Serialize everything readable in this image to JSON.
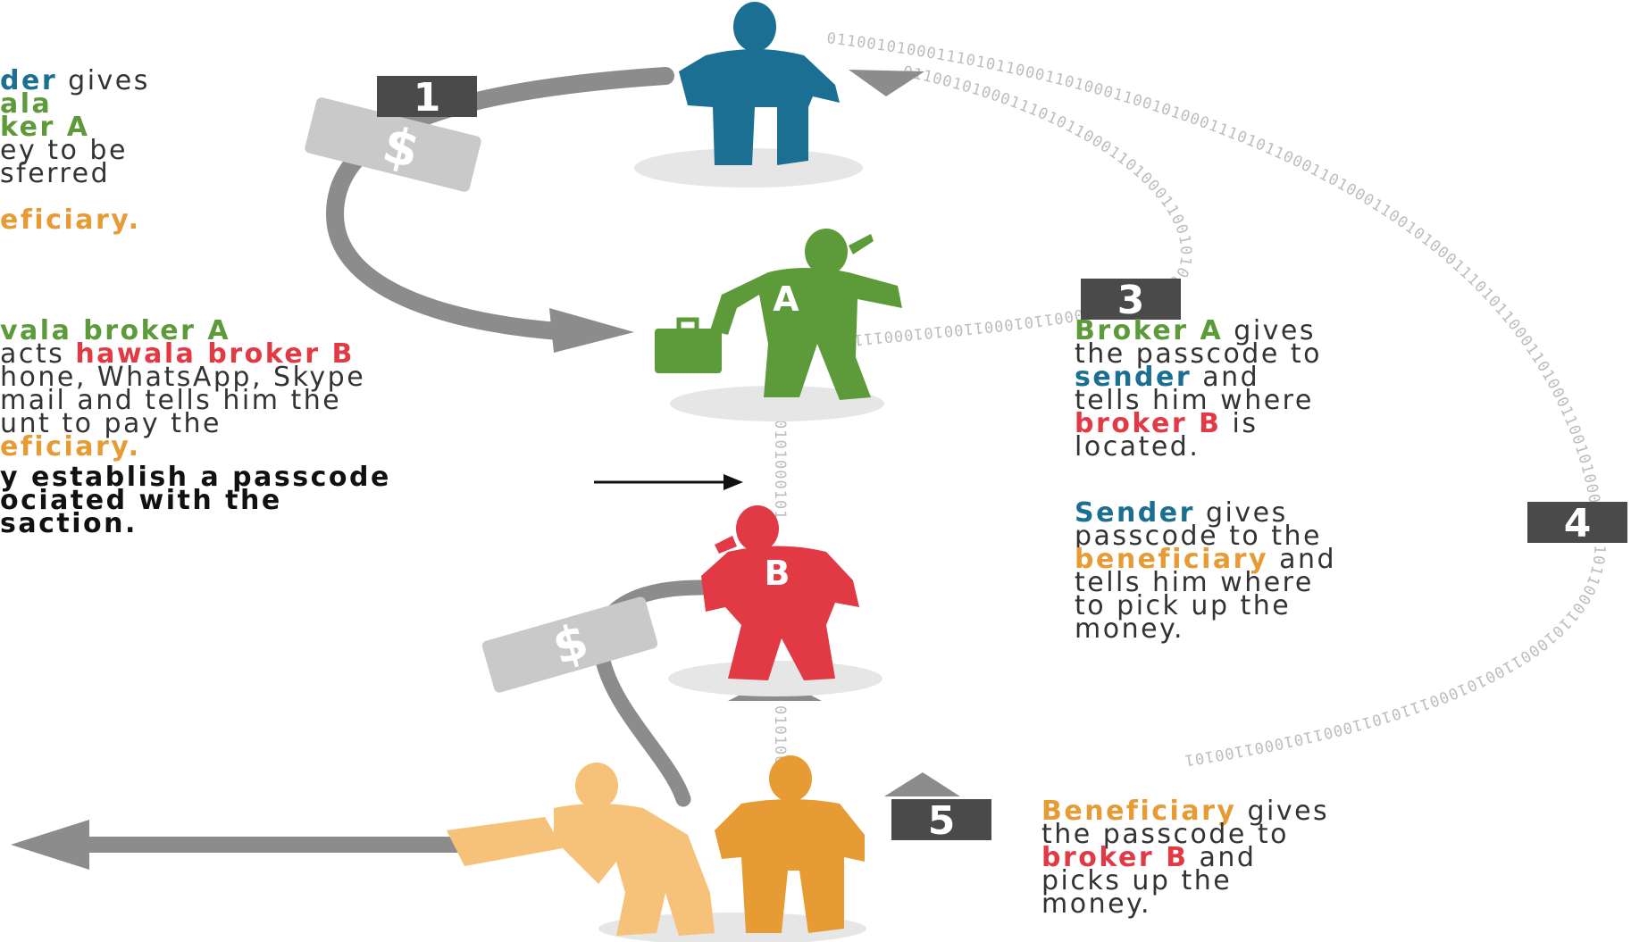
{
  "colors": {
    "sender": "#1b6f93",
    "broker_a": "#5c9a3a",
    "broker_b": "#e23a45",
    "beneficiary": "#e79b35",
    "beneficiary_light": "#f6c27a",
    "arrow": "#8c8c8c",
    "binary": "#bdbdbd",
    "step_box": "#4a4a4a"
  },
  "binary_strings": {
    "outer": "0110010100011101011000110100011001010001110101100011010001100101000111010110001101000110010100011101011000110100011001010001110101100011010001100101",
    "inner": "01100101000111010110001101000110010100011101011000110100011001010001110101100011",
    "vertical": "0101000101101001010"
  },
  "figures": {
    "broker_a_letter": "A",
    "broker_b_letter": "B"
  },
  "steps": [
    {
      "number": "1"
    },
    {
      "number": "3"
    },
    {
      "number": "4"
    },
    {
      "number": "5"
    }
  ],
  "step1": {
    "line1_a": "der",
    "line1_b": " gives",
    "line2": "ala",
    "line3": "ker A",
    "line4": "ey to be",
    "line5": "sferred",
    "line6": "eficiary."
  },
  "step2": {
    "line1": "vala broker A",
    "line2_a": "acts ",
    "line2_b": "hawala broker B",
    "line3": "hone, WhatsApp, Skype",
    "line4": "mail and tells him the",
    "line5": "unt to pay the",
    "line6": "eficiary.",
    "line7": "y establish a passcode",
    "line8": "ociated with the",
    "line9": "saction."
  },
  "step3": {
    "line1_a": "Broker A",
    "line1_b": " gives",
    "line2": "the passcode to",
    "line3_a": "sender",
    "line3_b": " and",
    "line4": "tells him where",
    "line5_a": "broker B",
    "line5_b": " is",
    "line6": "located."
  },
  "step4": {
    "line1_a": "Sender",
    "line1_b": " gives",
    "line2": "passcode to the",
    "line3_a": "beneficiary",
    "line3_b": " and",
    "line4": "tells him where",
    "line5": "to pick up the",
    "line6": "money."
  },
  "step5": {
    "line1_a": "Beneficiary",
    "line1_b": " gives",
    "line2": "the passcode to",
    "line3_a": "broker B",
    "line3_b": " and",
    "line4": "picks up the",
    "line5": "money."
  }
}
